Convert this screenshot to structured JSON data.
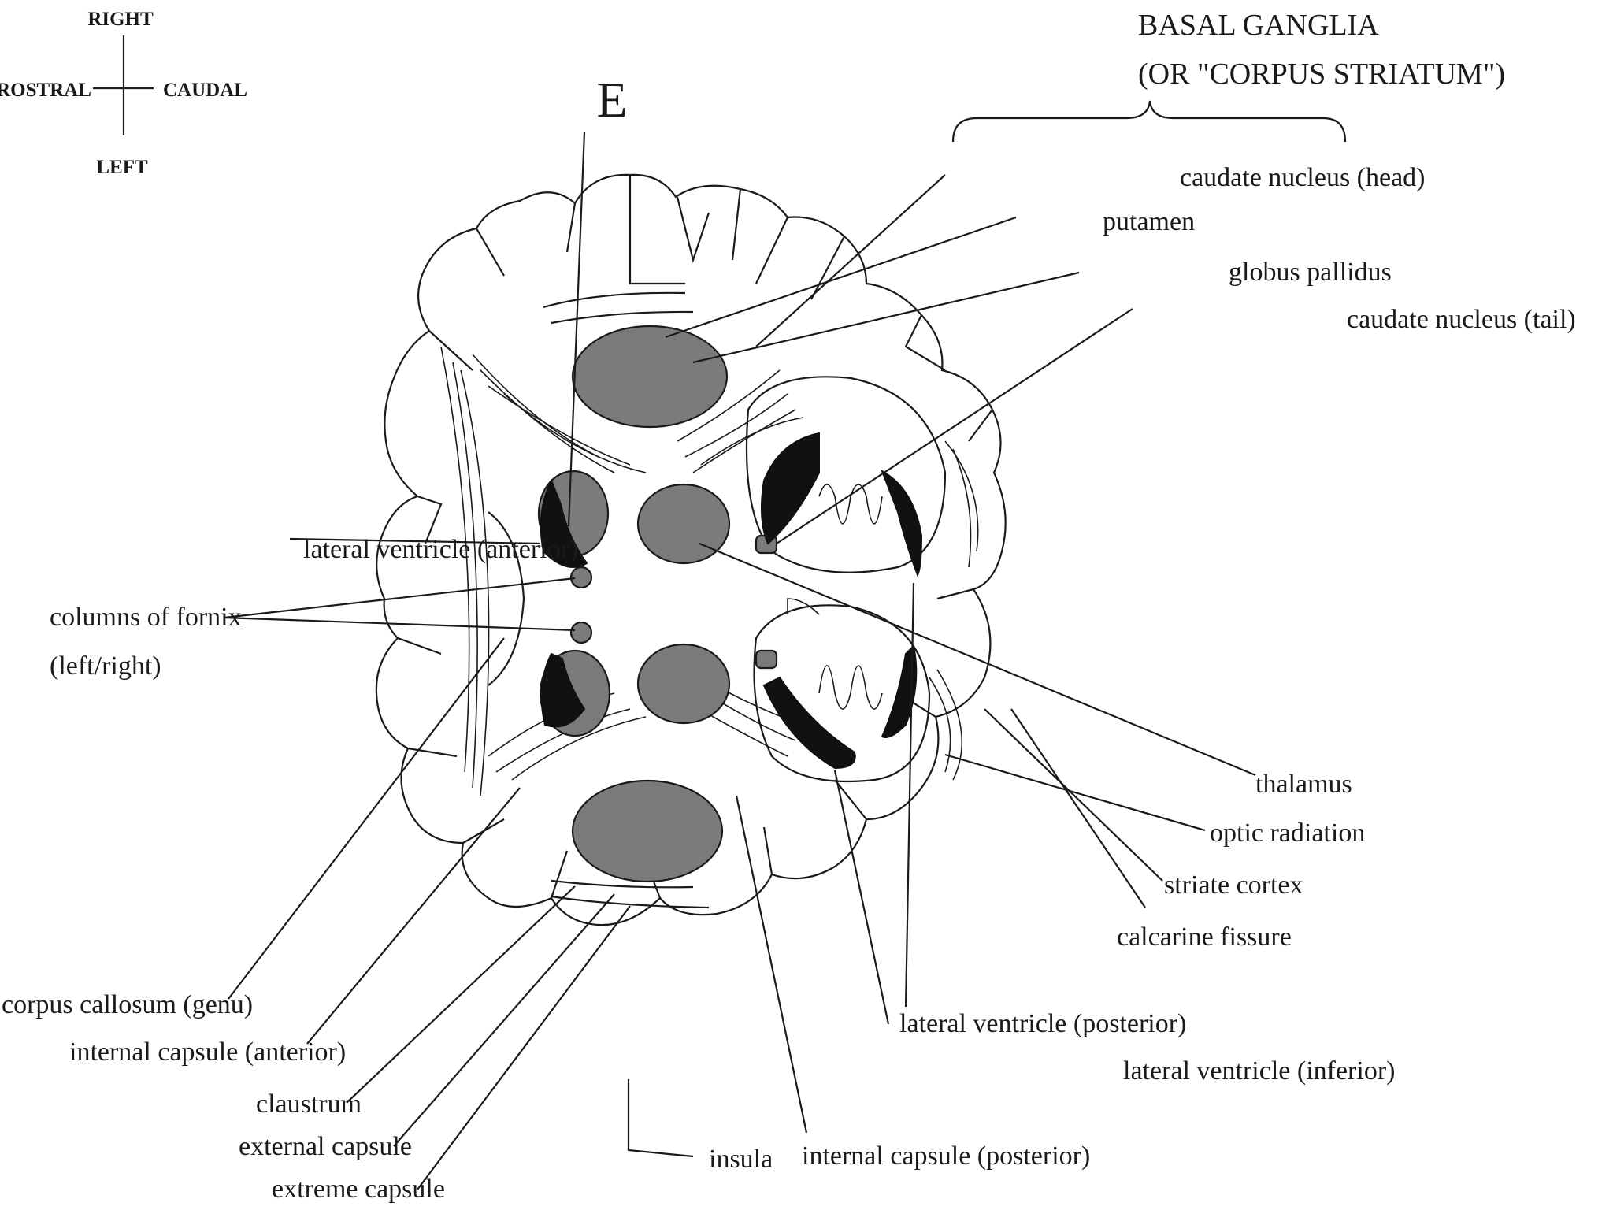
{
  "compass": {
    "top": "RIGHT",
    "left": "ROSTRAL",
    "right": "CAUDAL",
    "bottom": "LEFT"
  },
  "panel_letter": "E",
  "header": {
    "line1": "BASAL GANGLIA",
    "line2": "(OR \"CORPUS STRIATUM\")"
  },
  "labels": {
    "caudate_head": "caudate nucleus (head)",
    "putamen": "putamen",
    "globus_pallidus": "globus pallidus",
    "caudate_tail": "caudate nucleus (tail)",
    "lateral_ventricle_anterior": "lateral ventricle (anterior)",
    "columns_of_fornix": "columns of fornix",
    "left_right": "(left/right)",
    "thalamus": "thalamus",
    "optic_radiation": "optic radiation",
    "striate_cortex": "striate cortex",
    "calcarine_fissure": "calcarine fissure",
    "lateral_ventricle_posterior": "lateral ventricle (posterior)",
    "lateral_ventricle_inferior": "lateral ventricle (inferior)",
    "corpus_callosum_genu": "corpus callosum (genu)",
    "internal_capsule_anterior": "internal capsule (anterior)",
    "claustrum": "claustrum",
    "external_capsule": "external capsule",
    "extreme_capsule": "extreme capsule",
    "insula": "insula",
    "internal_capsule_posterior": "internal capsule (posterior)"
  }
}
